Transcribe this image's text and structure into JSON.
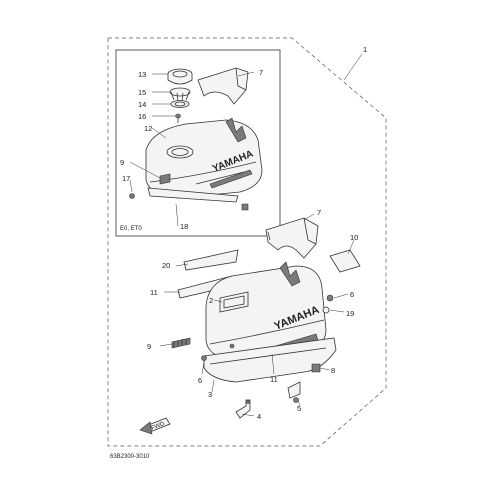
{
  "diagram": {
    "part_code": "63B2300-3010",
    "inset_label": "E0, ET0",
    "brand_text": "YAMAHA",
    "fwd_label": "FWD",
    "callouts": {
      "c1": "1",
      "c2": "2",
      "c3": "3",
      "c4": "4",
      "c5": "5",
      "c6a": "6",
      "c6b": "6",
      "c7a": "7",
      "c7b": "7",
      "c8": "8",
      "c9a": "9",
      "c9b": "9",
      "c10": "10",
      "c11a": "11",
      "c11b": "11",
      "c12": "12",
      "c13": "13",
      "c14": "14",
      "c15": "15",
      "c16": "16",
      "c17": "17",
      "c18": "18",
      "c19": "19",
      "c20": "20"
    }
  }
}
